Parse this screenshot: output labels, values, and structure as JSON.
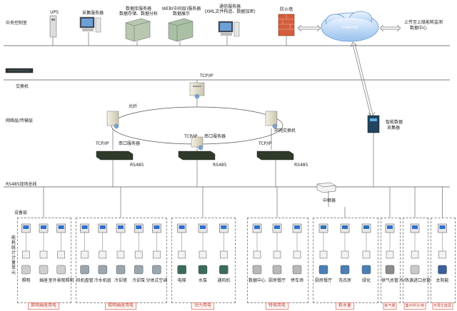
{
  "layers": {
    "central": "中央控制室",
    "network": "网络层/传输层",
    "field_bus": "RS485现场总线",
    "device": "设备层",
    "meters": "能耗统计计量单元"
  },
  "central": {
    "ups": "UPS",
    "app_server": "采集服务器",
    "db_server": "数据库服务器",
    "db_server_sub": "数据存储、数据分析",
    "web_server": "WEB(中间层)服务器",
    "web_server_sub": "数据展示",
    "comm_server": "通信服务器",
    "comm_server_sub": "(XML文件构造、数据加密)",
    "firewall": "防火墙",
    "internet": "Internet",
    "upload": "上传至上级能耗监测",
    "upload_sub": "数据中心"
  },
  "network": {
    "switch": "交换机",
    "tcpip": "TCP/IP",
    "ring": "光纤",
    "fiber_switch": "环网交换机",
    "serial_server": "串口服务器",
    "rs485": "RS485",
    "smart_collector": "智能数据",
    "smart_collector_sub": "采集器",
    "relay": "中继器"
  },
  "groups": [
    {
      "label": "照明插座用电",
      "items": [
        "照明",
        "插座",
        "室外景观照明"
      ]
    },
    {
      "label": "照明插座用电",
      "items": [
        "风机盘管",
        "冷水机组",
        "冷却塔",
        "冷却泵",
        "分体式空调"
      ]
    },
    {
      "label": "动力用电",
      "items": [
        "电梯",
        "水泵",
        "通风机"
      ]
    },
    {
      "label": "特殊用电",
      "items": [
        "数据中心",
        "厨房餐厅",
        "停车场"
      ]
    },
    {
      "label": "耗水量",
      "items": [
        "厨房餐厅",
        "洗衣房",
        "绿化"
      ]
    },
    {
      "label": "耗气量",
      "items": [
        "供气总管"
      ]
    },
    {
      "label": "集中供冷/热",
      "items": [
        "冷/热源进口总管"
      ]
    },
    {
      "label": "可再生能源",
      "items": [
        "太阳能"
      ]
    }
  ],
  "colors": {
    "line": "#444444",
    "dash": "#8a8a8a",
    "label": "#c0392b",
    "blue": "#2f6fd0"
  }
}
